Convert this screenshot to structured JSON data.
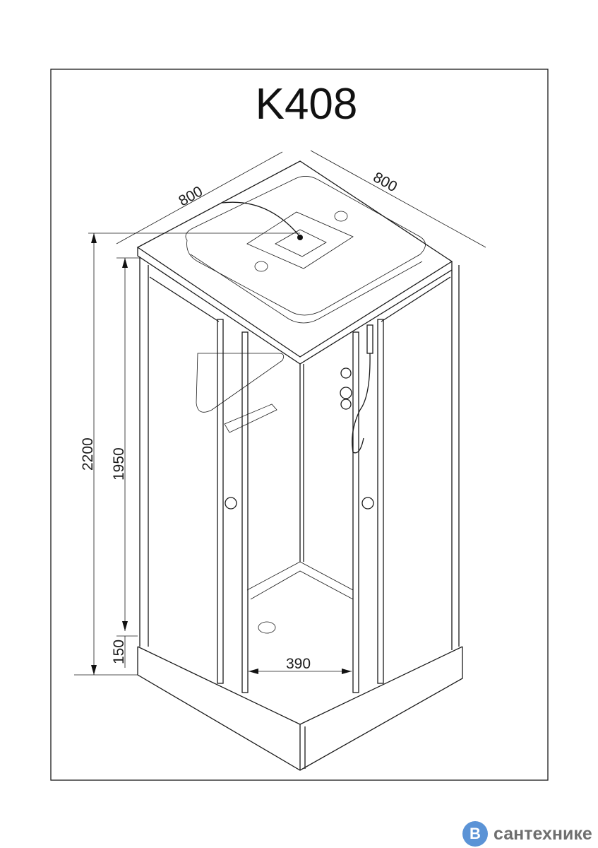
{
  "title": "K408",
  "dimensions": {
    "width_left": "800",
    "width_right": "800",
    "total_height": "2200",
    "cabin_height": "1950",
    "tray_height": "150",
    "door_opening": "390"
  },
  "watermark": {
    "badge": "B",
    "text": "сантехнике",
    "badge_color": "#5b93d6"
  }
}
